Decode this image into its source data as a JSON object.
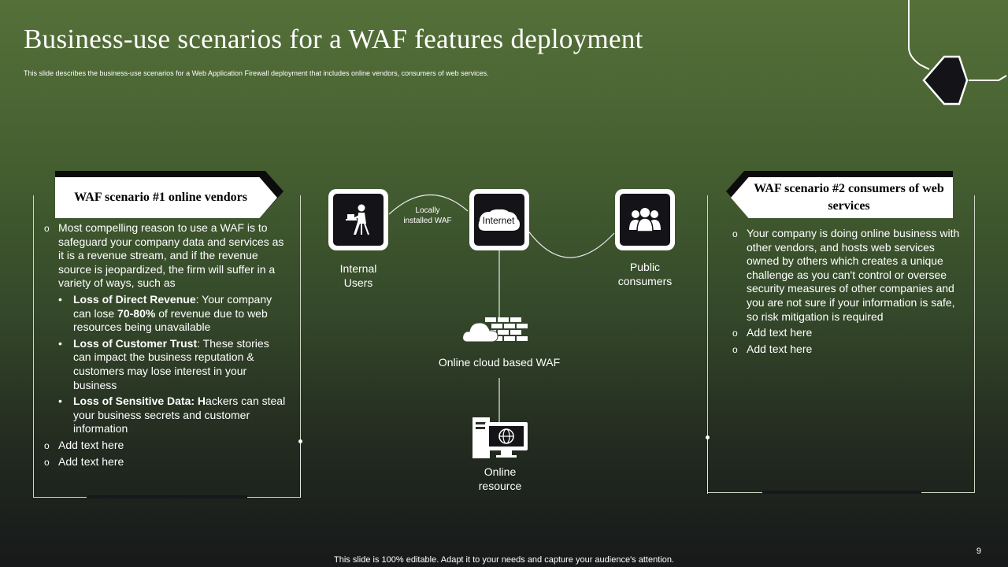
{
  "slide": {
    "title": "Business-use scenarios for a WAF features deployment",
    "subtitle": "This slide describes the business-use scenarios for a Web Application Firewall deployment that includes online vendors, consumers of web services.",
    "page_number": "9",
    "footer": "This slide is 100% editable. Adapt it to your needs and capture your audience's attention."
  },
  "left_panel": {
    "banner": "WAF scenario #1 online vendors",
    "intro": "Most compelling reason to use a WAF is to safeguard your company data and services as it is a revenue stream, and if the revenue source is jeopardized, the firm will suffer in a variety of ways, such as",
    "bullets": [
      {
        "bold": "Loss of Direct Revenue",
        "text_a": ": Your company can lose ",
        "bold2": "70-80%",
        "text_b": " of revenue due to web resources being unavailable"
      },
      {
        "bold": "Loss of Customer Trust",
        "text_a": ": These stories can impact the business reputation & customers may lose interest in your business"
      },
      {
        "bold": "Loss of Sensitive Data: H",
        "text_a": "ackers can steal your business secrets and customer information"
      }
    ],
    "extra_items": [
      "Add text here",
      "Add text here"
    ]
  },
  "right_panel": {
    "banner": "WAF scenario #2 consumers of web services",
    "intro": "Your company is doing online business with other vendors, and hosts web services owned by others which creates a unique challenge as you can't control or oversee security measures of other companies and you are not sure if your information is safe, so risk mitigation is required",
    "extra_items": [
      "Add text here",
      "Add text here"
    ]
  },
  "diagram": {
    "internal_users": "Internal Users",
    "locally_installed_waf": "Locally installed WAF",
    "internet": "Internet",
    "public_consumers": "Public consumers",
    "cloud_waf": "Online cloud based WAF",
    "online_resource": "Online resource"
  },
  "colors": {
    "background_top": "#56703a",
    "background_bottom": "#17191a",
    "banner_bg": "#ffffff",
    "tile_inner": "#141418"
  },
  "icons": [
    "person-at-desk-icon",
    "internet-cloud-icon",
    "group-users-icon",
    "cloud-firewall-icon",
    "server-monitor-icon",
    "hexagon-decoration"
  ]
}
